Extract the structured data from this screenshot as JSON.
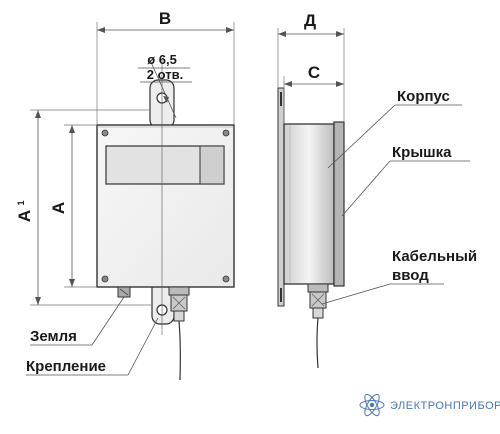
{
  "labels": {
    "dim_B": "B",
    "dim_D": "Д",
    "dim_C": "C",
    "dim_A1_main": "A",
    "dim_A1_sub": "1",
    "dim_A": "A",
    "hole_diameter": "ø 6,5",
    "hole_count": "2 отв.",
    "korpus": "Корпус",
    "kryshka": "Крышка",
    "kabelny_line1": "Кабельный",
    "kabelny_line2": "ввод",
    "zemlya": "Земля",
    "kreplenie": "Крепление"
  },
  "logo": {
    "text": "ЭЛЕКТРОНПРИБОР",
    "color": "#4a78b8",
    "icon": "atom-icon"
  },
  "colors": {
    "body_fill": "#f2f2f2",
    "window_fill": "#e6e6e6",
    "shadow_fill": "#bdbdbd",
    "line": "#333333"
  }
}
